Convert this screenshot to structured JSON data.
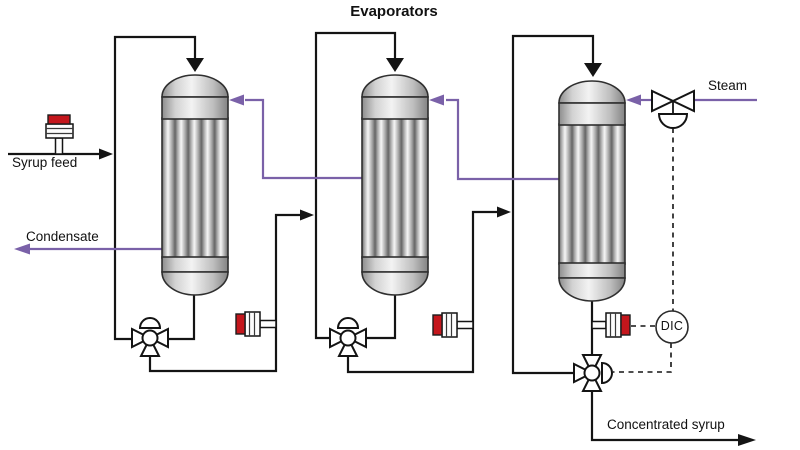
{
  "diagram": {
    "title": "Evaporators",
    "labels": {
      "feed": "Syrup feed",
      "condensate": "Condensate",
      "steam": "Steam",
      "product": "Concentrated syrup",
      "controller": "DIC"
    },
    "colors": {
      "background": "#ffffff",
      "line": "#141414",
      "steam_vapor": "#7a61a8",
      "sensor_red": "#c4161c",
      "vessel_outline": "#2f2f2f"
    }
  }
}
